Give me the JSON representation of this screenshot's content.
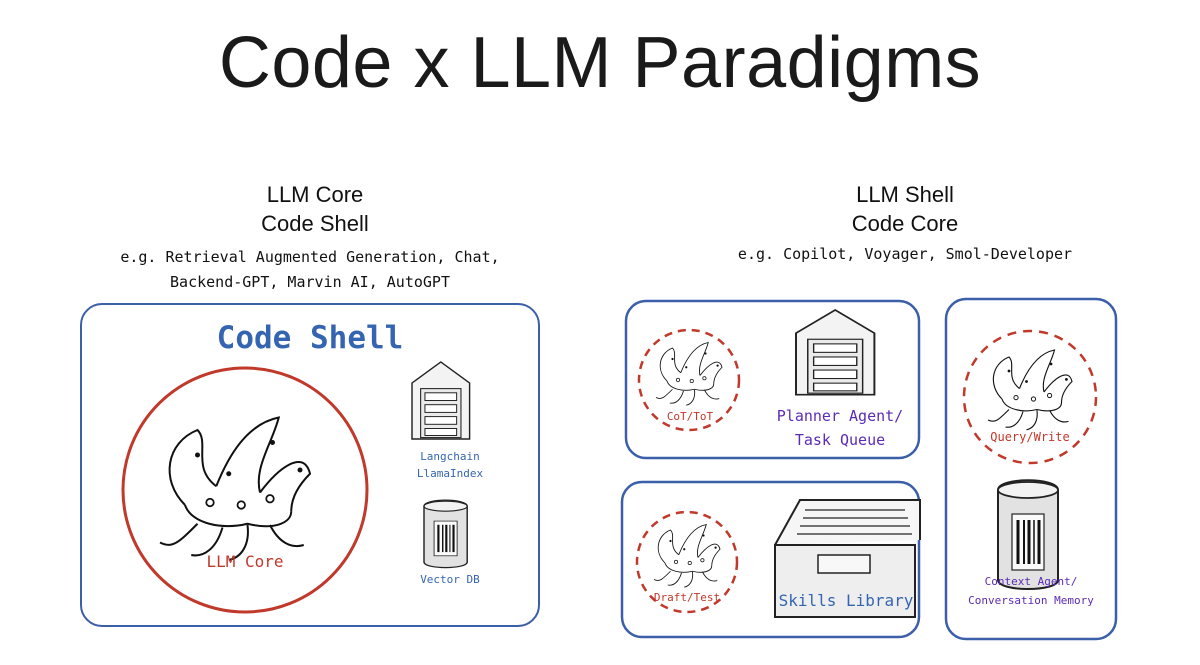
{
  "title": "Code x LLM Paradigms",
  "left": {
    "heading_line1": "LLM Core",
    "heading_line2": "Code Shell",
    "examples_line1": "e.g. Retrieval Augmented Generation, Chat,",
    "examples_line2": "Backend-GPT, Marvin AI, AutoGPT",
    "box_title": "Code Shell",
    "core_label": "LLM Core",
    "framework_line1": "Langchain",
    "framework_line2": "LlamaIndex",
    "db_label": "Vector DB"
  },
  "right": {
    "heading_line1": "LLM Shell",
    "heading_line2": "Code Core",
    "examples": "e.g. Copilot, Voyager, Smol-Developer",
    "cot_label": "CoT/ToT",
    "planner_line1": "Planner Agent/",
    "planner_line2": "Task Queue",
    "draft_label": "Draft/Test",
    "skills_label": "Skills Library",
    "query_label": "Query/Write",
    "context_line1": "Context Agent/",
    "context_line2": "Conversation Memory"
  },
  "colors": {
    "box_border": "#3b5fa8",
    "circle_red": "#c0392b",
    "code_blue": "#3565b0",
    "purple": "#5b2bb5"
  },
  "icons": [
    "octopus-icon",
    "warehouse-icon",
    "database-icon",
    "file-drawer-icon"
  ]
}
